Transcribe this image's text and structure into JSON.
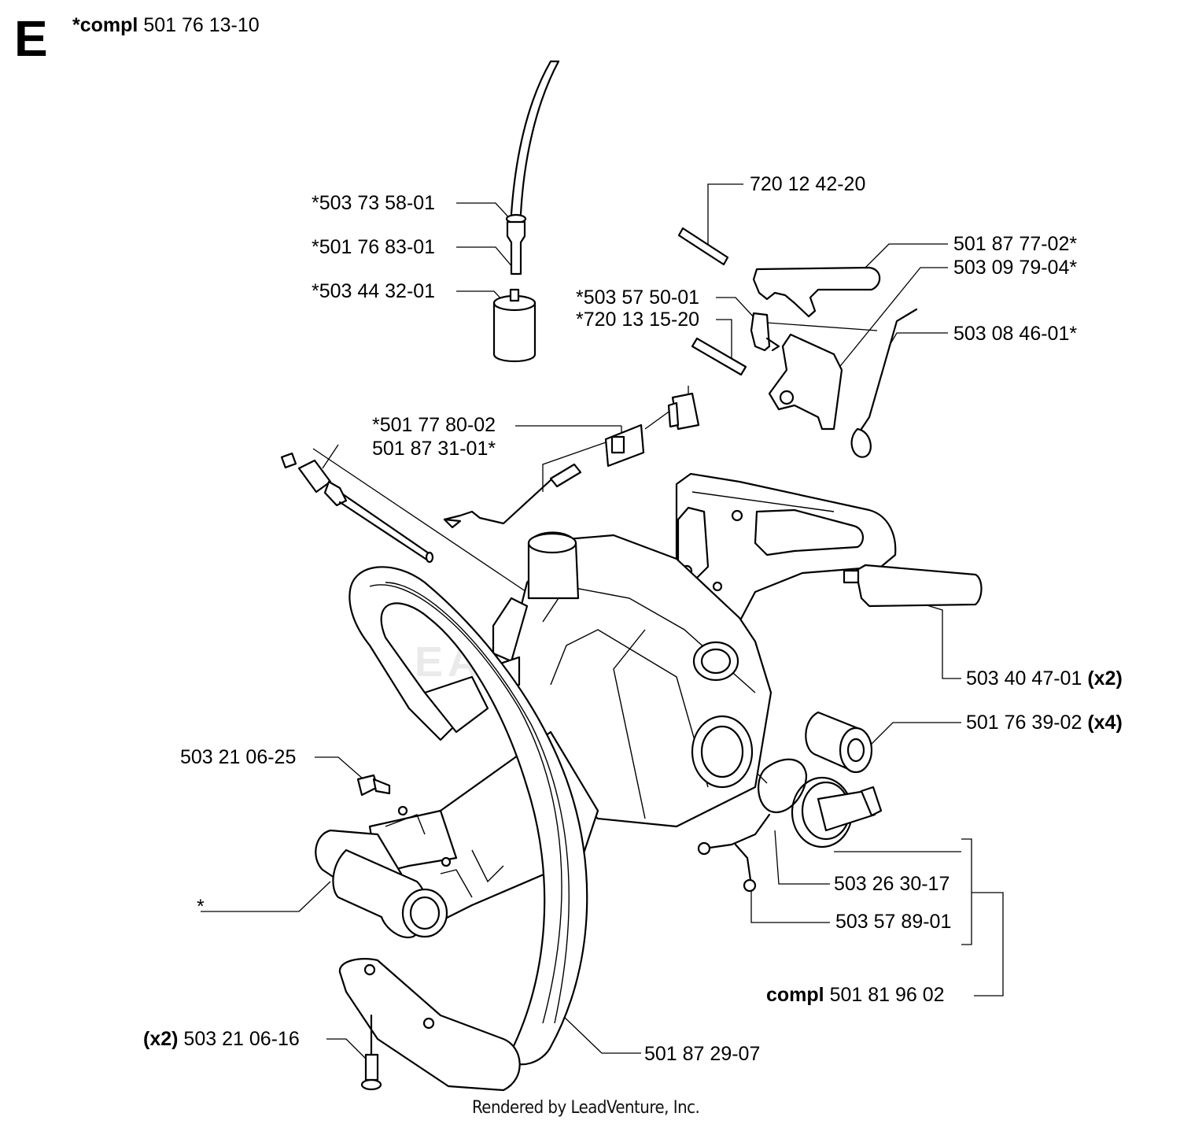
{
  "section_letter": "E",
  "header": {
    "prefix": "*compl",
    "number": "501 76 13-10"
  },
  "callouts": [
    {
      "id": "c1",
      "bold_prefix": "",
      "text": "*503 73 58-01",
      "bold_suffix": ""
    },
    {
      "id": "c2",
      "bold_prefix": "",
      "text": "*501 76 83-01",
      "bold_suffix": ""
    },
    {
      "id": "c3",
      "bold_prefix": "",
      "text": "*503 44 32-01",
      "bold_suffix": ""
    },
    {
      "id": "c4",
      "bold_prefix": "",
      "text": "720 12 42-20",
      "bold_suffix": ""
    },
    {
      "id": "c5",
      "bold_prefix": "",
      "text": "501 87 77-02*",
      "bold_suffix": ""
    },
    {
      "id": "c6",
      "bold_prefix": "",
      "text": "503 09 79-04*",
      "bold_suffix": ""
    },
    {
      "id": "c7",
      "bold_prefix": "",
      "text": "*503 57 50-01",
      "bold_suffix": ""
    },
    {
      "id": "c8",
      "bold_prefix": "",
      "text": "*720 13 15-20",
      "bold_suffix": ""
    },
    {
      "id": "c9",
      "bold_prefix": "",
      "text": "503 08 46-01*",
      "bold_suffix": ""
    },
    {
      "id": "c10",
      "bold_prefix": "",
      "text": "*501 77 80-02",
      "bold_suffix": ""
    },
    {
      "id": "c11",
      "bold_prefix": "",
      "text": "501 87 31-01*",
      "bold_suffix": ""
    },
    {
      "id": "c12",
      "bold_prefix": "",
      "text": "503 40 47-01",
      "bold_suffix": "(x2)"
    },
    {
      "id": "c13",
      "bold_prefix": "",
      "text": "501 76 39-02",
      "bold_suffix": "(x4)"
    },
    {
      "id": "c14",
      "bold_prefix": "",
      "text": "503 21 06-25",
      "bold_suffix": ""
    },
    {
      "id": "c15",
      "bold_prefix": "",
      "text": "*",
      "bold_suffix": ""
    },
    {
      "id": "c16",
      "bold_prefix": "",
      "text": "503 26 30-17",
      "bold_suffix": ""
    },
    {
      "id": "c17",
      "bold_prefix": "",
      "text": "503 57 89-01",
      "bold_suffix": ""
    },
    {
      "id": "c18",
      "bold_prefix": "compl",
      "text": "501 81 96 02",
      "bold_suffix": ""
    },
    {
      "id": "c19",
      "bold_prefix": "(x2)",
      "text": "503 21 06-16",
      "bold_suffix": ""
    },
    {
      "id": "c20",
      "bold_prefix": "",
      "text": "501 87 29-07",
      "bold_suffix": ""
    }
  ],
  "watermark": "LEADVENTURE",
  "footer": "Rendered by LeadVenture, Inc."
}
